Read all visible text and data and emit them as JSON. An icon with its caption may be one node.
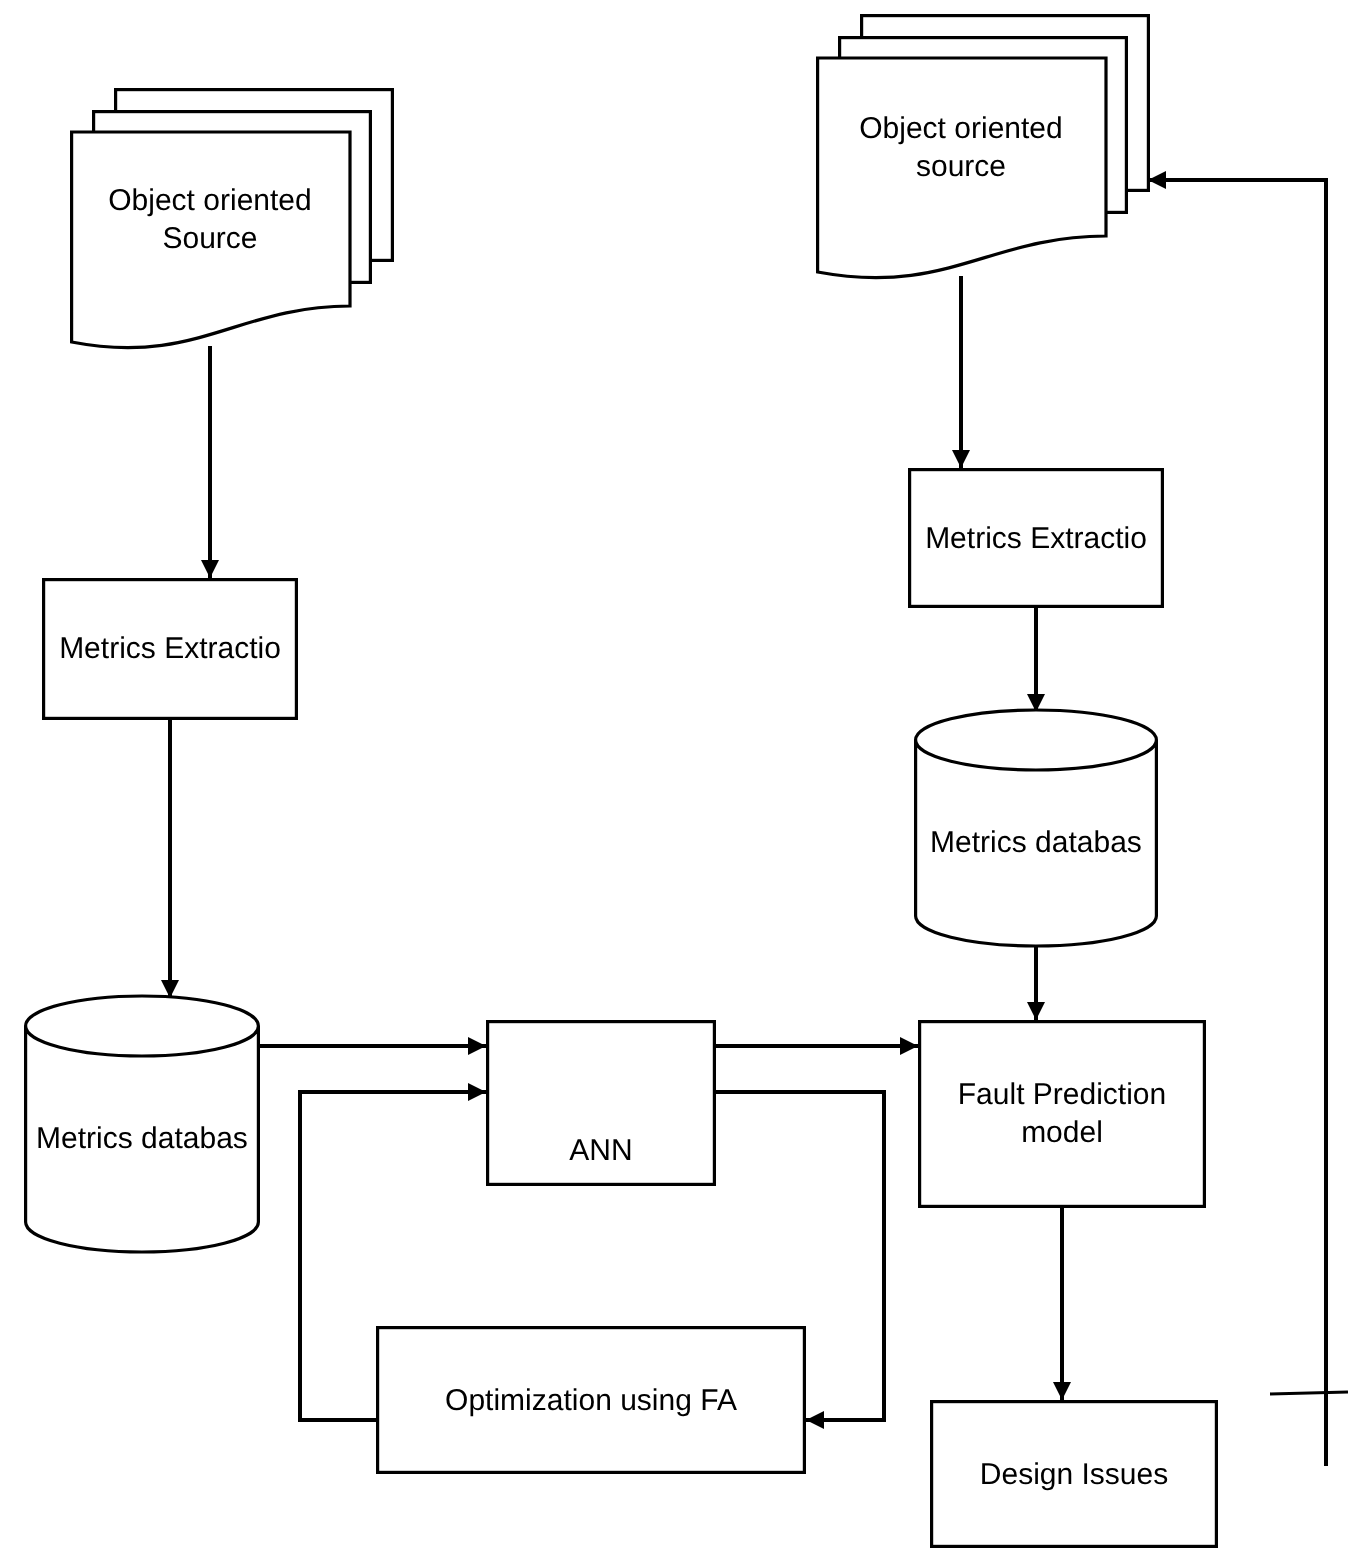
{
  "diagram": {
    "nodes": [
      {
        "text": [
          "Object oriented Source"
        ]
      },
      {
        "text": [
          "Metrics Extractio"
        ]
      },
      {
        "text": [
          "Metrics databas"
        ]
      },
      {
        "text": [
          "ANN"
        ]
      },
      {
        "text": [
          "Optimization using FA"
        ]
      },
      {
        "text": [
          "Object oriented source"
        ]
      },
      {
        "text": [
          "Metrics Extractio"
        ]
      },
      {
        "text": [
          "Metrics databas"
        ]
      },
      {
        "text": [
          "Fault Prediction model"
        ]
      },
      {
        "text": [
          "Design Issues"
        ]
      }
    ],
    "edges": [
      {
        "from": 0,
        "to": 1,
        "arrow": "to"
      },
      {
        "from": 1,
        "to": 2,
        "arrow": "to"
      },
      {
        "from": 2,
        "to": 3,
        "arrow": "to"
      },
      {
        "from": 3,
        "to": 8,
        "arrow": "to"
      },
      {
        "from": 3,
        "to": 4,
        "arrow": "to"
      },
      {
        "from": 4,
        "to": 3,
        "arrow": "to"
      },
      {
        "from": 5,
        "to": 6,
        "arrow": "to"
      },
      {
        "from": 6,
        "to": 7,
        "arrow": "to"
      },
      {
        "from": 7,
        "to": 8,
        "arrow": "to"
      },
      {
        "from": 8,
        "to": 9,
        "arrow": "to"
      },
      {
        "from": null,
        "to": 5,
        "arrow": "to"
      }
    ]
  }
}
